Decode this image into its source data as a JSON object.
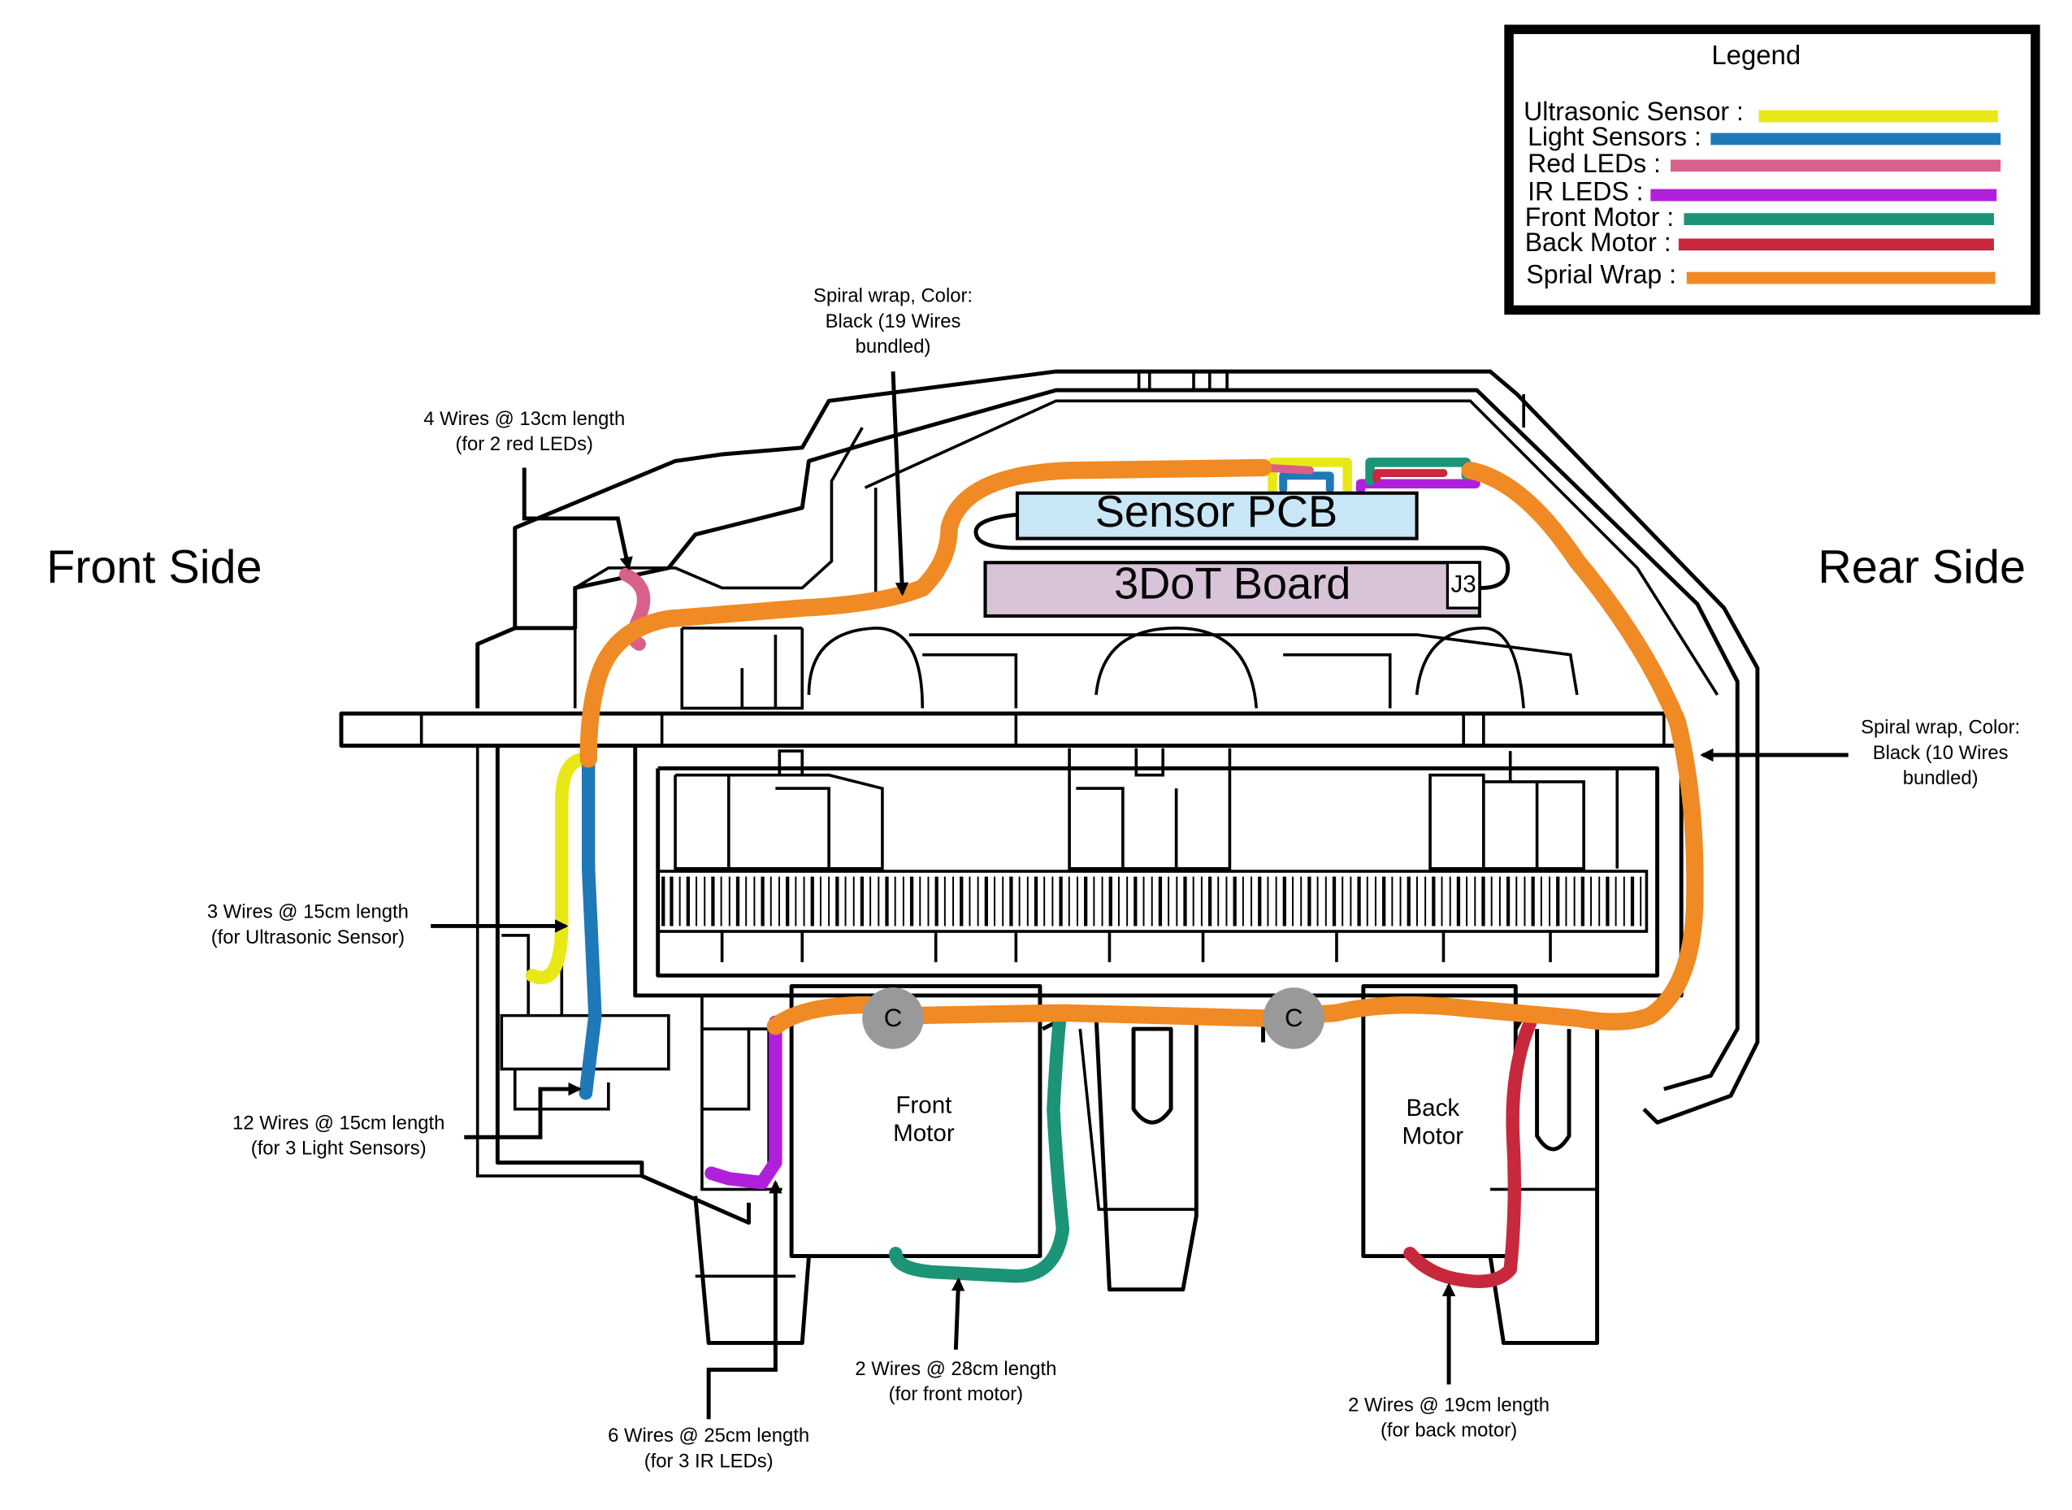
{
  "sides": {
    "front": "Front Side",
    "rear": "Rear Side"
  },
  "legend": {
    "title": "Legend",
    "items": [
      {
        "label": "Ultrasonic Sensor :",
        "color": "#e8e817"
      },
      {
        "label": "Light Sensors :",
        "color": "#1f78b8"
      },
      {
        "label": "Red LEDs :",
        "color": "#d9608a"
      },
      {
        "label": "IR LEDS :",
        "color": "#b01fdc"
      },
      {
        "label": "Front Motor :",
        "color": "#1b9477"
      },
      {
        "label": "Back Motor :",
        "color": "#c8283c"
      },
      {
        "label": "Sprial Wrap :",
        "color": "#f08a24"
      }
    ]
  },
  "boards": {
    "sensor_pcb": "Sensor PCB",
    "dot_board": "3DoT Board",
    "j3": "J3",
    "front_motor": [
      "Front",
      "Motor"
    ],
    "back_motor": [
      "Back",
      "Motor"
    ],
    "connector": "C"
  },
  "annotations": {
    "spiral_top": [
      "Spiral wrap, Color:",
      "Black (19 Wires",
      "bundled)"
    ],
    "red_leds": [
      "4 Wires @ 13cm length",
      "(for 2 red LEDs)"
    ],
    "spiral_rear": [
      "Spiral wrap, Color:",
      "Black (10 Wires",
      "bundled)"
    ],
    "ultrasonic": [
      "3 Wires @ 15cm length",
      "(for Ultrasonic Sensor)"
    ],
    "light": [
      "12 Wires @ 15cm length",
      "(for 3 Light Sensors)"
    ],
    "ir": [
      "6 Wires @ 25cm length",
      "(for 3 IR LEDs)"
    ],
    "front_motor": [
      "2 Wires @ 28cm length",
      "(for front motor)"
    ],
    "back_motor": [
      "2 Wires @ 19cm length",
      "(for back motor)"
    ]
  }
}
